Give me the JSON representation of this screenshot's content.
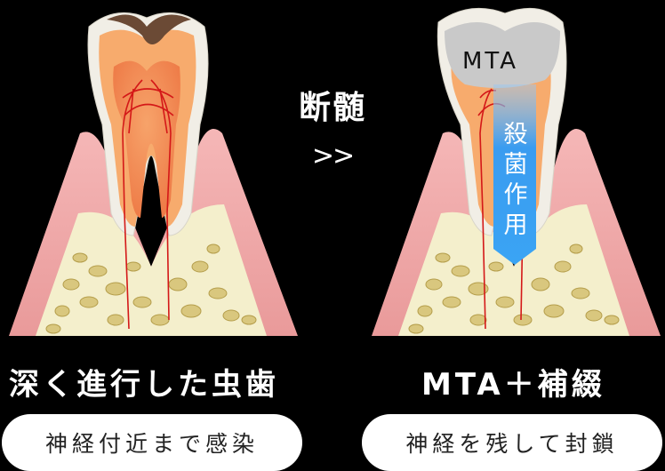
{
  "middle": {
    "label": "断髄",
    "arrow": ">>"
  },
  "left_panel": {
    "title": "深く進行した虫歯",
    "caption": "神経付近まで感染"
  },
  "right_panel": {
    "title": "MTA＋補綴",
    "caption": "神経を残して封鎖",
    "filling_label": "MTA",
    "band_label": [
      "殺",
      "菌",
      "作",
      "用"
    ]
  },
  "colors": {
    "background": "#000000",
    "gum": "#f2b4b4",
    "bone": "#f3eec9",
    "bone_grain": "#d8c47a",
    "enamel": "#f4f1ea",
    "dentin": "#f6a05a",
    "pulp": "#f08a50",
    "nerve": "#d81c1c",
    "mta": "#c8c8c8",
    "band": "#3a9cf0"
  }
}
